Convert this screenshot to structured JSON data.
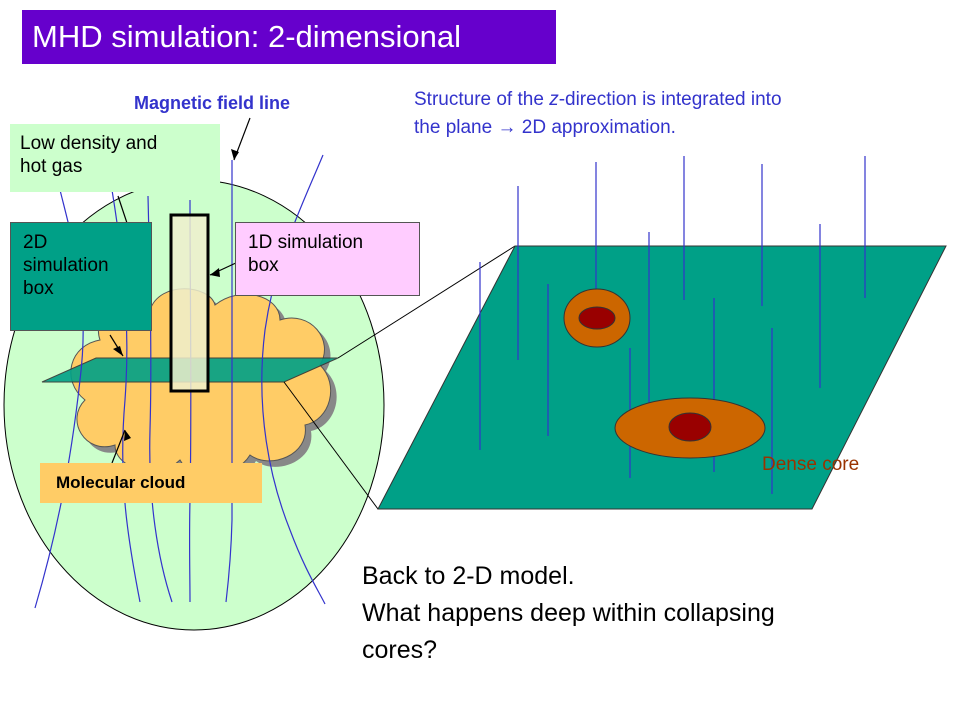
{
  "title": "MHD simulation: 2-dimensional",
  "labels": {
    "magnetic_field_line": "Magnetic field line",
    "low_density_line1": "Low density and",
    "low_density_line2": "hot gas",
    "box_2d_line1": "2D",
    "box_2d_line2": "simulation",
    "box_2d_line3": "box",
    "box_1d_line1": "1D simulation",
    "box_1d_line2": "box",
    "molecular_cloud": "Molecular cloud",
    "dense_core": "Dense core"
  },
  "structure_note": {
    "part1": "Structure of the ",
    "italic": "z",
    "part2": "-direction is integrated into",
    "line2_start": "the plane ",
    "arrow": "→",
    "line2_end": " 2D approximation."
  },
  "bottom_text": {
    "line1": "Back to 2-D model.",
    "line2": "What happens deep within collapsing",
    "line3": "cores?"
  },
  "colors": {
    "title_bg": "#6600cc",
    "halo": "#ccffcc",
    "cloud": "#ffcc66",
    "plane": "#00a087",
    "box_1d": "#ffccff",
    "core_outer": "#cc6600",
    "core_inner": "#990000",
    "field_line": "#3333cc",
    "dense_core_label": "#993300"
  }
}
